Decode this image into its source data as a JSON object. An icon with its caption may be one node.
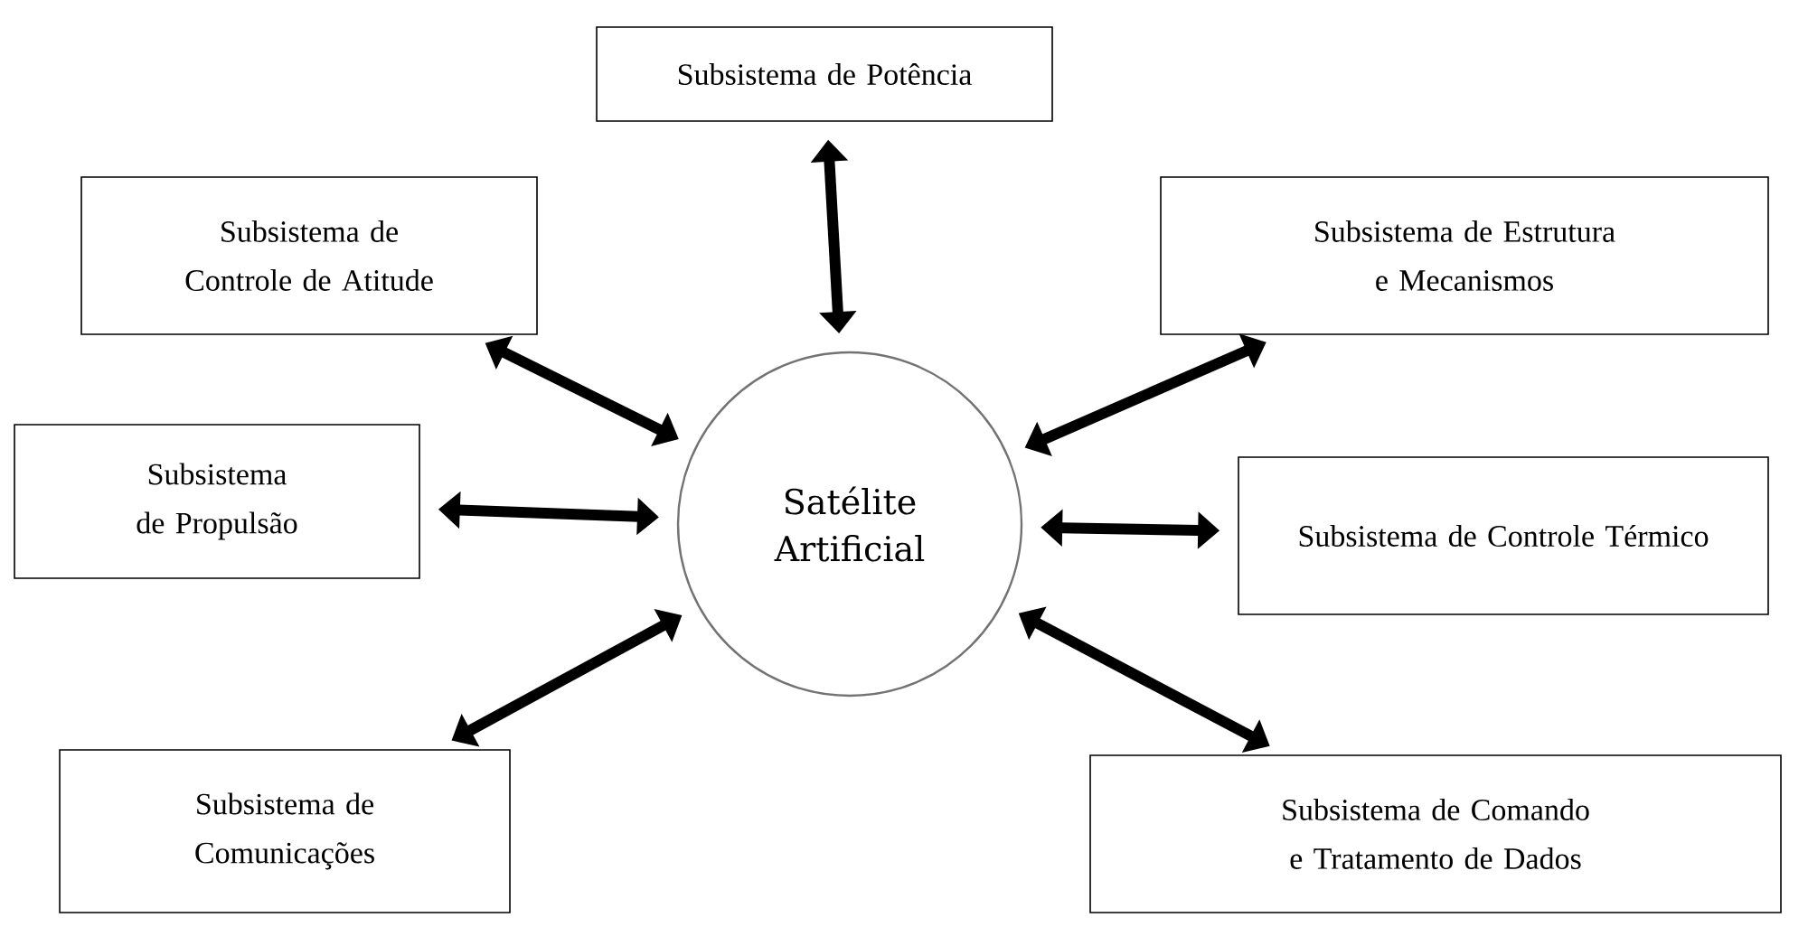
{
  "diagram": {
    "nodes": [
      {
        "text": [
          "Subsistema de Potência"
        ]
      },
      {
        "text": [
          "Subsistema de Controle de Atitude"
        ]
      },
      {
        "text": [
          "Subsistema de Estrutura e Mecanismos"
        ]
      },
      {
        "text": [
          "Subsistema de Propulsão"
        ]
      },
      {
        "text": [
          "Satélite Artificial"
        ]
      },
      {
        "text": [
          "Subsistema de Controle Térmico"
        ]
      },
      {
        "text": [
          "Subsistema de Comunicações"
        ]
      },
      {
        "text": [
          "Subsistema de Comando e Tratamento de Dados"
        ]
      }
    ],
    "edges": [
      {
        "from": 0,
        "to": 4,
        "arrow": "both"
      },
      {
        "from": 1,
        "to": 4,
        "arrow": "both"
      },
      {
        "from": 2,
        "to": 4,
        "arrow": "both"
      },
      {
        "from": 3,
        "to": 4,
        "arrow": "both"
      },
      {
        "from": 5,
        "to": 4,
        "arrow": "both"
      },
      {
        "from": 6,
        "to": 4,
        "arrow": "both"
      },
      {
        "from": 7,
        "to": 4,
        "arrow": "both"
      }
    ]
  }
}
